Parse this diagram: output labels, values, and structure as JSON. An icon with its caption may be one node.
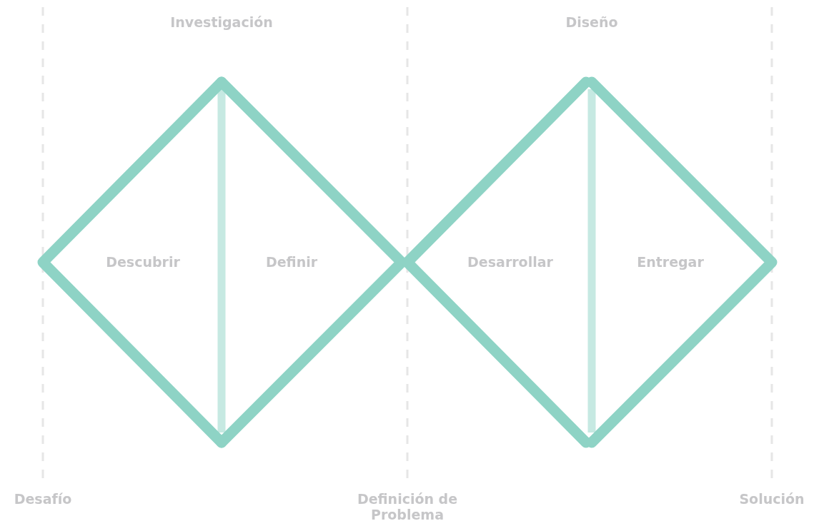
{
  "diagram": {
    "nodes": [
      {
        "text": [
          "Descubrir"
        ]
      },
      {
        "text": [
          "Definir"
        ]
      },
      {
        "text": [
          "Desarrollar"
        ]
      },
      {
        "text": [
          "Entregar"
        ]
      }
    ],
    "labels": [
      "Investigación",
      "Diseño",
      "Desafío",
      "Definición de Problema",
      "Solución"
    ]
  }
}
